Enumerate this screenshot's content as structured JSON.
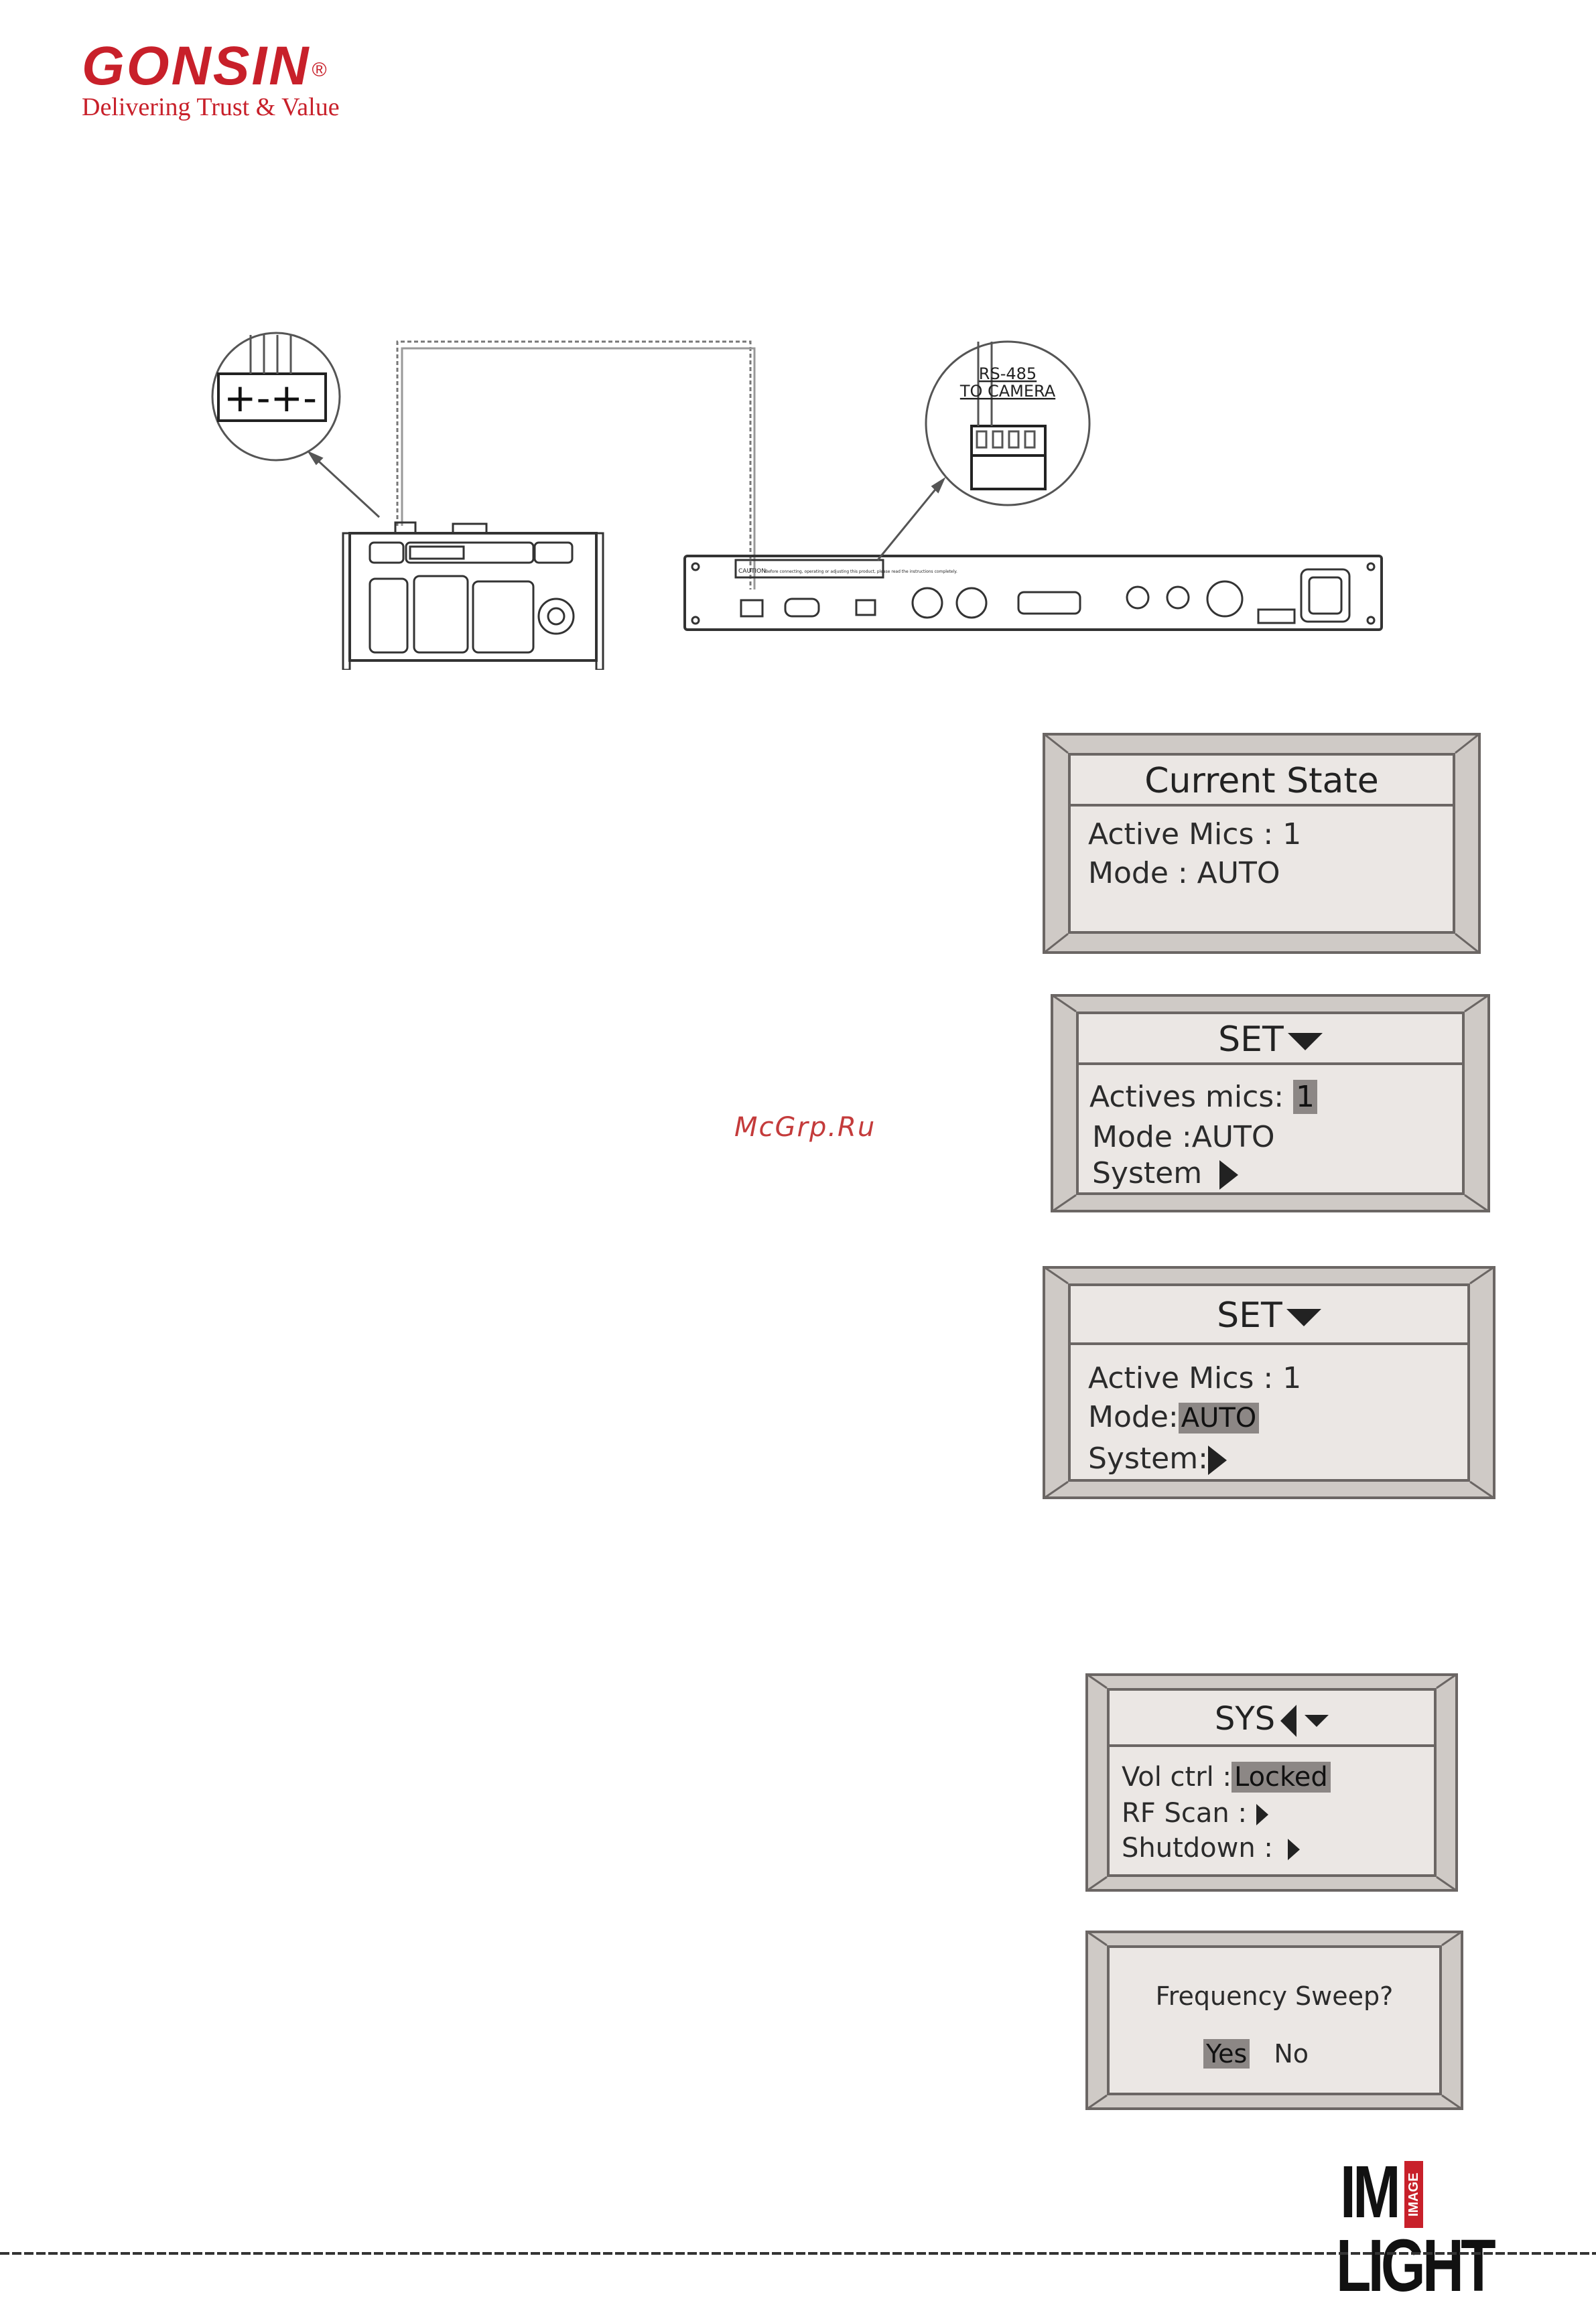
{
  "brand": {
    "name": "GONSIN",
    "registered": "®",
    "tagline": "Delivering Trust & Value"
  },
  "wiring": {
    "terminal_zoom_label": "+-+-",
    "rs485_line1": "RS-485",
    "rs485_line2": "TO CAMERA",
    "caution_label": "CAUTION",
    "caution_text": "Before connecting, operating or adjusting this product, please read the instructions completely."
  },
  "panels": {
    "current_state": {
      "title": "Current State",
      "active_mics": "Active Mics : 1",
      "mode": "Mode : AUTO"
    },
    "set_mics": {
      "title": "SET",
      "active_label": "Actives mics: ",
      "active_value": "1",
      "mode": "Mode :AUTO",
      "system": "System"
    },
    "set_mode": {
      "title": "SET",
      "active_mics": "Active Mics : 1",
      "mode_label": "Mode:",
      "mode_value": "AUTO",
      "system": "System:"
    },
    "sys": {
      "title": "SYS",
      "vol_label": "Vol ctrl :",
      "vol_value": "Locked",
      "rf_scan": "RF  Scan :",
      "shutdown": "Shutdown :"
    },
    "sweep": {
      "question": "Frequency Sweep?",
      "yes": "Yes",
      "no": "No"
    }
  },
  "watermark": "McGrp.Ru",
  "footer_logo": {
    "left": "IM",
    "middle": "IMAGE",
    "right": "LIGHT"
  }
}
